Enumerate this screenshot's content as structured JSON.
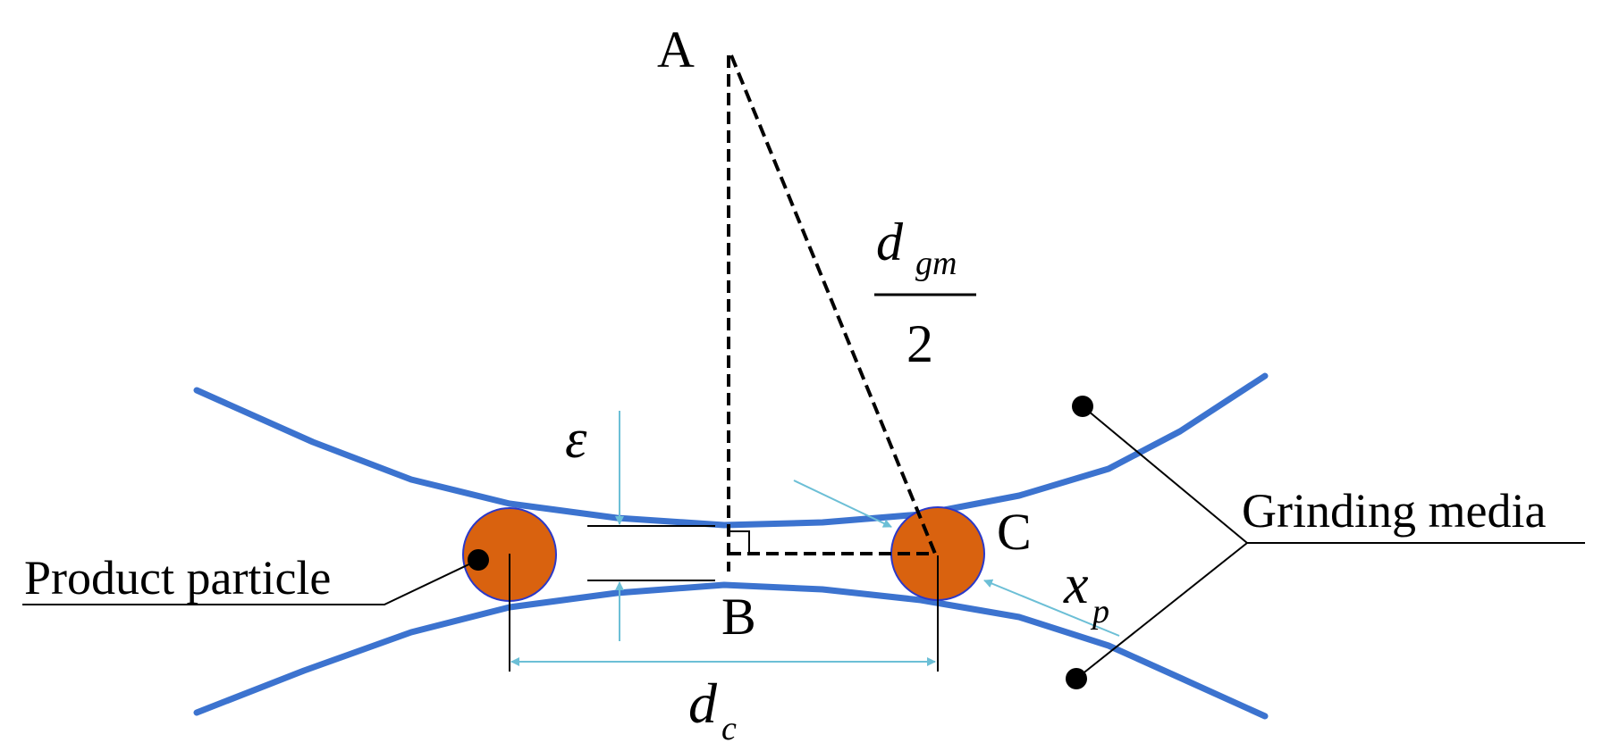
{
  "labels": {
    "point_a": "A",
    "point_b": "B",
    "point_c": "C",
    "epsilon": "ε",
    "dgm_main": "d",
    "dgm_sub": "gm",
    "dgm_den": "2",
    "dc_main": "d",
    "dc_sub": "c",
    "xp_main": "x",
    "xp_sub": "p",
    "product_particle": "Product particle",
    "grinding_media": "Grinding media"
  },
  "colors": {
    "media_curve": "#3c73cf",
    "particle_fill": "#d9620f",
    "particle_stroke": "#2b39c9",
    "dimension_arrow": "#6cbfd6",
    "line": "#000000"
  },
  "icons": {
    "right_angle": "right-angle-marker-icon",
    "callout_dot": "filled-circle-icon",
    "arrowhead": "triangle-arrowhead-icon"
  }
}
